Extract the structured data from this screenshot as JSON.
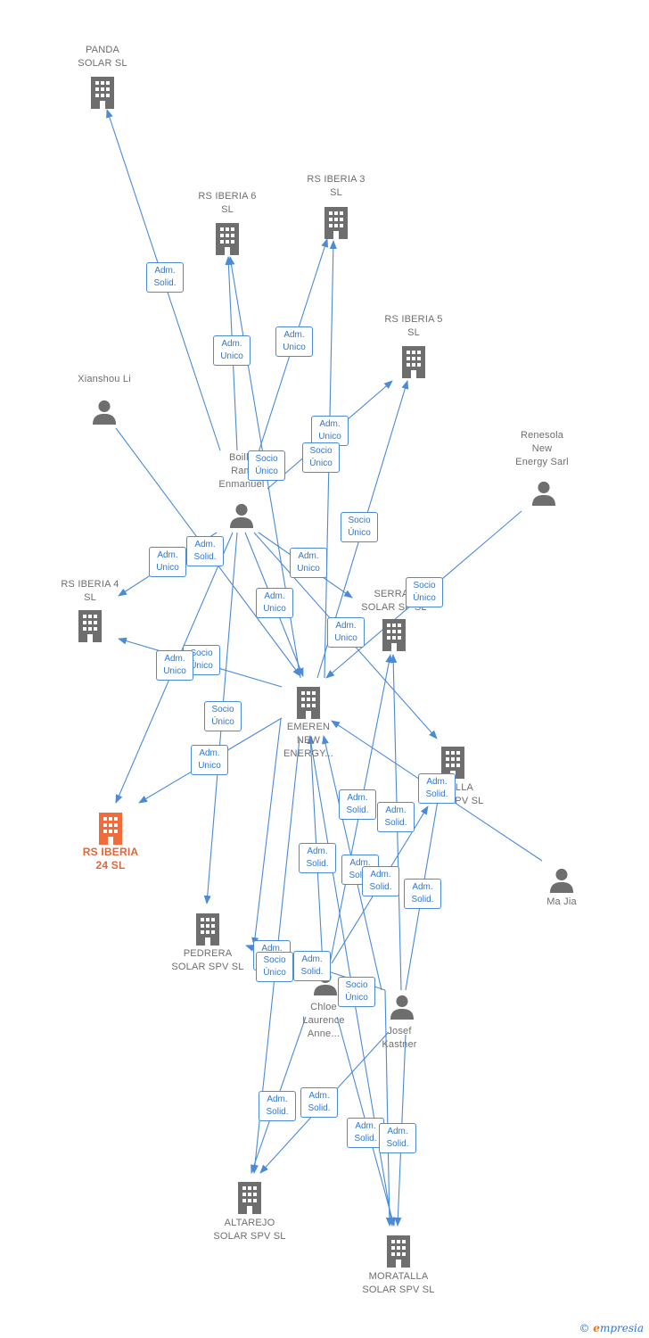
{
  "colors": {
    "edge": "#4a8ad6",
    "node": "#6e6e6e",
    "focus": "#f26b3a",
    "badge_text": "#2f78d0"
  },
  "nodes": [
    {
      "id": "panda",
      "type": "company",
      "label": "PANDA\nSOLAR  SL"
    },
    {
      "id": "rs6",
      "type": "company",
      "label": "RS IBERIA 6\nSL"
    },
    {
      "id": "rs3",
      "type": "company",
      "label": "RS IBERIA 3\nSL"
    },
    {
      "id": "rs5",
      "type": "company",
      "label": "RS IBERIA 5\nSL"
    },
    {
      "id": "xianshou",
      "type": "person",
      "label": "Xianshou Li"
    },
    {
      "id": "renesola",
      "type": "person",
      "label": "Renesola\nNew\nEnergy Sarl"
    },
    {
      "id": "boille",
      "type": "person",
      "label": "Boille\nRam\nEnmanuel"
    },
    {
      "id": "rs4",
      "type": "company",
      "label": "RS IBERIA 4\nSL"
    },
    {
      "id": "serrat",
      "type": "company",
      "label": "SERRAT\nSOLAR SP  SL"
    },
    {
      "id": "emeren",
      "type": "company",
      "label": "EMEREN\nNEW\nENERGY..."
    },
    {
      "id": "talla",
      "type": "company",
      "label": "LLA\nS   PV  SL"
    },
    {
      "id": "rs24",
      "type": "focus",
      "label": "RS IBERIA\n24  SL"
    },
    {
      "id": "majia",
      "type": "person",
      "label": "Ma Jia"
    },
    {
      "id": "pedrera",
      "type": "company",
      "label": "PEDRERA\nSOLAR SPV  SL"
    },
    {
      "id": "chloe",
      "type": "person",
      "label": "Chloe\nLaurence\nAnne..."
    },
    {
      "id": "josef",
      "type": "person",
      "label": "Josef\nKastner"
    },
    {
      "id": "altarejo",
      "type": "company",
      "label": "ALTAREJO\nSOLAR SPV  SL"
    },
    {
      "id": "moratalla",
      "type": "company",
      "label": "MORATALLA\nSOLAR SPV  SL"
    }
  ],
  "edges": [
    {
      "from": "boille",
      "to": "panda",
      "badge": "Adm.\nSolid."
    },
    {
      "from": "boille",
      "to": "rs6",
      "badge": "Adm.\nUnico"
    },
    {
      "from": "boille",
      "to": "rs3",
      "badge": "Adm.\nUnico"
    },
    {
      "from": "emeren",
      "to": "rs3",
      "badge": "Adm.\nUnico"
    },
    {
      "from": "emeren",
      "to": "rs6",
      "badge": "Socio\nÚnico"
    },
    {
      "from": "boille",
      "to": "rs5",
      "badge": "Socio\nÚnico"
    },
    {
      "from": "emeren",
      "to": "rs5",
      "badge": "Socio\nÚnico"
    },
    {
      "from": "xianshou",
      "to": "emeren",
      "badge": "Adm.\nSolid."
    },
    {
      "from": "boille",
      "to": "rs4",
      "badge": "Adm.\nUnico"
    },
    {
      "from": "emeren",
      "to": "rs4",
      "badge": "Socio\nÚnico"
    },
    {
      "from": "boille",
      "to": "rs24",
      "badge": "Adm.\nUnico"
    },
    {
      "from": "emeren",
      "to": "rs24",
      "badge": "Socio\nÚnico"
    },
    {
      "from": "boille",
      "to": "pedrera",
      "badge": "Adm.\nUnico"
    },
    {
      "from": "boille",
      "to": "serrat",
      "badge": "Adm.\nUnico"
    },
    {
      "from": "boille",
      "to": "emeren",
      "badge": "Adm.\nUnico"
    },
    {
      "from": "boille",
      "to": "talla",
      "badge": "Adm.\nUnico"
    },
    {
      "from": "renesola",
      "to": "emeren",
      "badge": "Socio\nÚnico"
    },
    {
      "from": "majia",
      "to": "emeren",
      "badge": "Adm.\nSolid."
    },
    {
      "from": "chloe",
      "to": "emeren",
      "badge": "Adm.\nSolid."
    },
    {
      "from": "chloe",
      "to": "serrat",
      "badge": "Adm.\nSolid."
    },
    {
      "from": "chloe",
      "to": "talla",
      "badge": "Adm.\nSolid."
    },
    {
      "from": "josef",
      "to": "emeren",
      "badge": "Adm.\nSolid."
    },
    {
      "from": "josef",
      "to": "serrat",
      "badge": "Adm.\nSolid."
    },
    {
      "from": "josef",
      "to": "talla",
      "badge": "Adm.\nSolid."
    },
    {
      "from": "chloe",
      "to": "pedrera",
      "badge": "Adm.\nSolid."
    },
    {
      "from": "emeren",
      "to": "pedrera",
      "badge": "Socio\nÚnico"
    },
    {
      "from": "josef",
      "to": "pedrera",
      "badge": "Adm.\nSolid."
    },
    {
      "from": "josef",
      "to": "moratalla",
      "badge": "Socio\nÚnico"
    },
    {
      "from": "chloe",
      "to": "altarejo",
      "badge": "Adm.\nSolid."
    },
    {
      "from": "josef",
      "to": "altarejo",
      "badge": "Adm.\nSolid."
    },
    {
      "from": "chloe",
      "to": "moratalla",
      "badge": "Adm.\nSolid."
    },
    {
      "from": "josef",
      "to": "moratalla",
      "badge": "Adm.\nSolid."
    },
    {
      "from": "emeren",
      "to": "altarejo",
      "badge": ""
    },
    {
      "from": "emeren",
      "to": "moratalla",
      "badge": ""
    }
  ],
  "footer": {
    "copyright": "©",
    "brand_initial": "e",
    "brand_rest": "mpresia"
  }
}
